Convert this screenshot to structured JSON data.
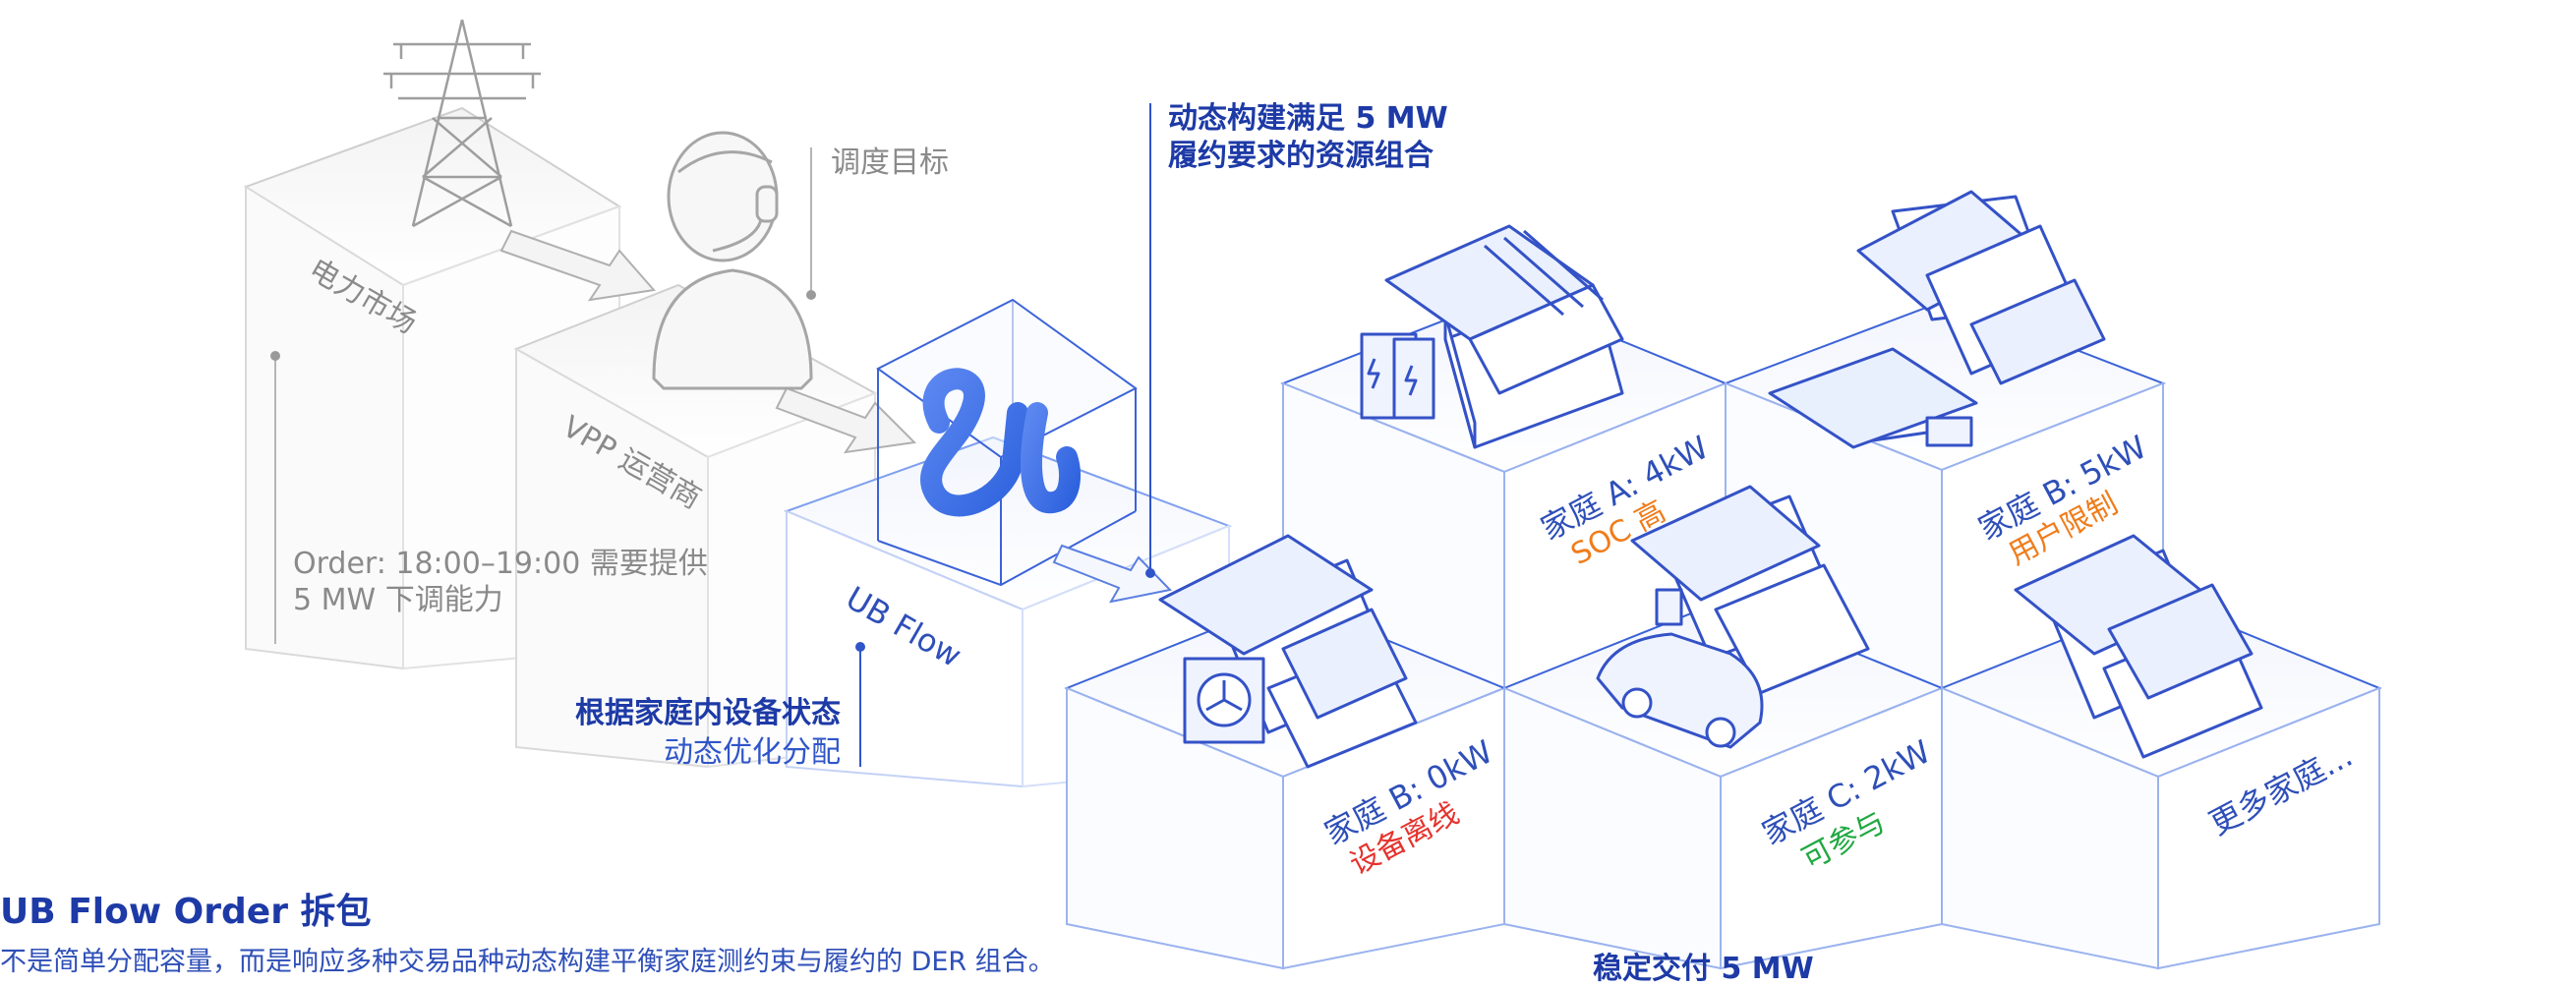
{
  "nodes": {
    "market": "电力市场",
    "vpp": "VPP 运营商",
    "ubflow": "UB Flow"
  },
  "annotations": {
    "dispatch_target": "调度目标",
    "order_line1": "Order: 18:00–19:00 需要提供",
    "order_line2": "5 MW 下调能力",
    "build_line1": "动态构建满足 5 MW",
    "build_line2": "履约要求的资源组合",
    "optimize_line1": "根据家庭内设备状态",
    "optimize_line2": "动态优化分配"
  },
  "homes": [
    {
      "name": "家庭 A: 4kW",
      "status": "SOC 高",
      "status_color": "#f07c1a"
    },
    {
      "name": "家庭 B: 5kW",
      "status": "用户限制",
      "status_color": "#f07c1a"
    },
    {
      "name": "家庭 B: 0kW",
      "status": "设备离线",
      "status_color": "#e5322d"
    },
    {
      "name": "家庭 C: 2kW",
      "status": "可参与",
      "status_color": "#1fa841"
    },
    {
      "name": "更多家庭...",
      "status": "",
      "status_color": ""
    }
  ],
  "result": "稳定交付 5 MW",
  "footer": {
    "title": "UB Flow Order 拆包",
    "description": "不是简单分配容量，而是响应多种交易品种动态构建平衡家庭测约束与履约的 DER 组合。"
  },
  "colors": {
    "accent": "#2f55c9",
    "gray": "#bdbdbd",
    "orange": "#f07c1a",
    "red": "#e5322d",
    "green": "#1fa841"
  }
}
